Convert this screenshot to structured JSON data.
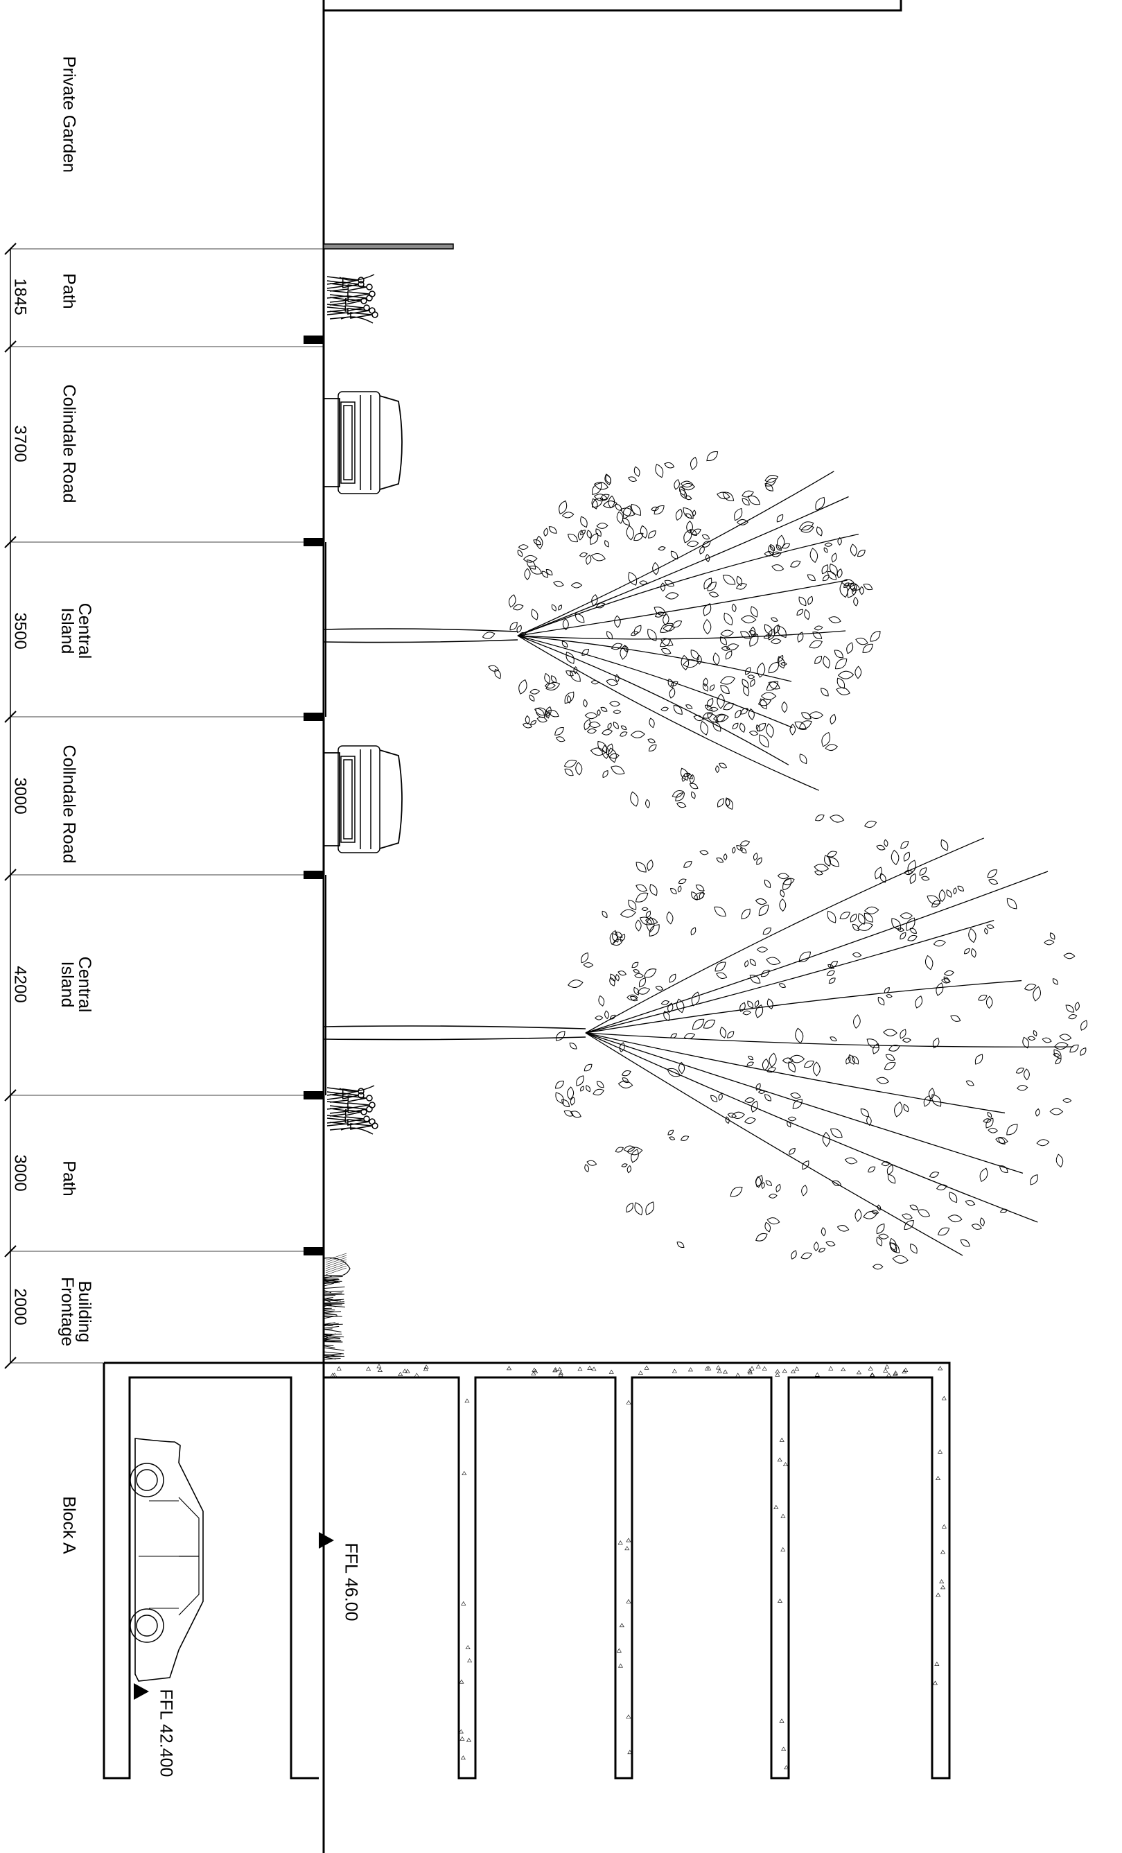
{
  "zones": [
    {
      "id": "private-garden",
      "name": "Private Garden",
      "dimension": null
    },
    {
      "id": "path-1",
      "name": "Path",
      "dimension": "1845"
    },
    {
      "id": "road-1",
      "name": "Colindale Road",
      "dimension": "3700"
    },
    {
      "id": "island-1",
      "name": "Central\nIsland",
      "dimension": "3500"
    },
    {
      "id": "road-2",
      "name": "Collndale Road",
      "dimension": "3000"
    },
    {
      "id": "island-2",
      "name": "Central\nIsland",
      "dimension": "4200"
    },
    {
      "id": "path-2",
      "name": "Path",
      "dimension": "3000"
    },
    {
      "id": "frontage",
      "name": "Building\nFrontage",
      "dimension": "2000"
    },
    {
      "id": "block-a",
      "name": "Block A",
      "dimension": null
    }
  ],
  "levels": [
    {
      "id": "ffl-ground",
      "label": "FFL 46.00"
    },
    {
      "id": "ffl-basement",
      "label": "FFL 42.400"
    }
  ],
  "colors": {
    "line": "#000000",
    "background": "#ffffff",
    "wall_fill": "#8c8c8c"
  },
  "icons": [
    "people-icon",
    "car-front-icon",
    "tree-icon",
    "shrub-icon",
    "car-side-icon",
    "level-marker-icon"
  ]
}
